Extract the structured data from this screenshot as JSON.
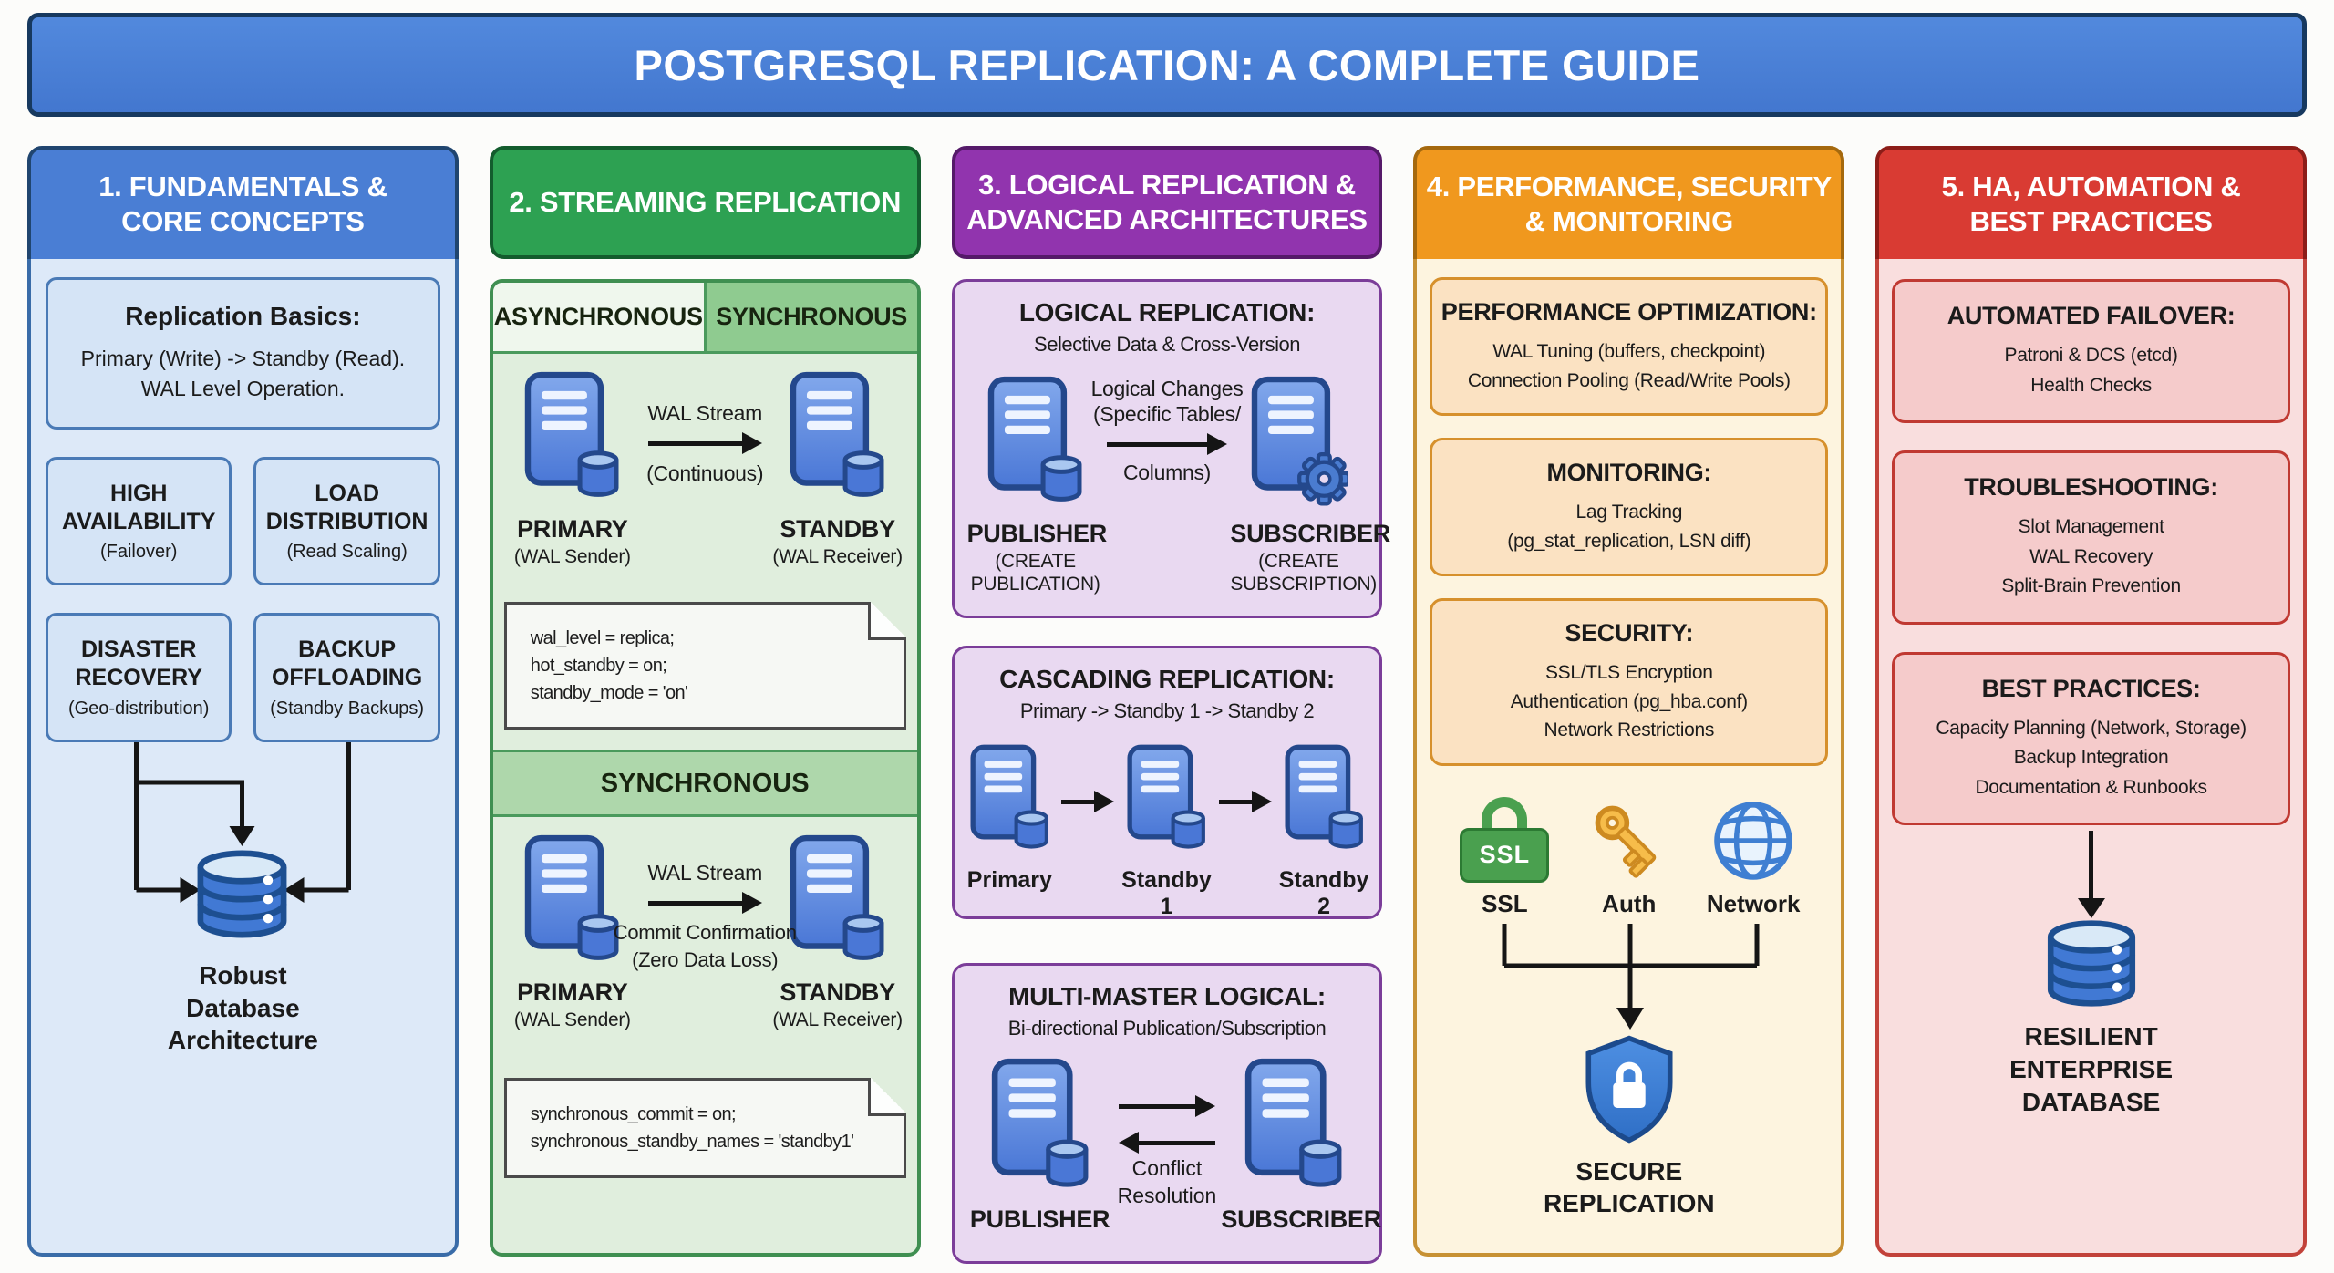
{
  "title": "POSTGRESQL REPLICATION: A COMPLETE GUIDE",
  "colors": {
    "title_blue": "#4a7ed4",
    "section1_blue": "#4a7ed4",
    "section2_green": "#2da152",
    "section3_purple": "#9134ae",
    "section4_orange": "#f0981e",
    "section5_red": "#d93b33",
    "server_icon_blue": "#4a77d6",
    "ssl_lock_green": "#4aa04f",
    "key_orange": "#f6bc4a",
    "globe_blue": "#3f7fd2",
    "shield_blue": "#3b82d8"
  },
  "col1": {
    "header1": "1. FUNDAMENTALS &",
    "header2": "CORE CONCEPTS",
    "basics": {
      "title": "Replication Basics:",
      "line1": "Primary (Write) -> Standby (Read).",
      "line2": "WAL Level Operation."
    },
    "cards": [
      {
        "title": "HIGH AVAILABILITY",
        "sub": "(Failover)"
      },
      {
        "title": "LOAD DISTRIBUTION",
        "sub": "(Read Scaling)"
      },
      {
        "title": "DISASTER RECOVERY",
        "sub": "(Geo-distribution)"
      },
      {
        "title": "BACKUP OFFLOADING",
        "sub": "(Standby Backups)"
      }
    ],
    "db1": "Robust",
    "db2": "Database",
    "db3": "Architecture"
  },
  "col2": {
    "header1": "2. STREAMING REPLICATION",
    "tab_async": "ASYNCHRONOUS",
    "tab_sync": "SYNCHRONOUS",
    "async": {
      "arrow_top": "WAL Stream",
      "arrow_bottom": "(Continuous)",
      "primary": "PRIMARY",
      "primary_sub": "(WAL Sender)",
      "standby": "STANDBY",
      "standby_sub": "(WAL Receiver)"
    },
    "note1a": "wal_level = replica;",
    "note1b": "hot_standby = on;",
    "note1c": "standby_mode = 'on'",
    "band": "SYNCHRONOUS",
    "sync": {
      "arrow_top": "WAL Stream",
      "arrow_mid": "Commit Confirmation",
      "arrow_bottom": "(Zero Data Loss)",
      "primary": "PRIMARY",
      "primary_sub": "(WAL Sender)",
      "standby": "STANDBY",
      "standby_sub": "(WAL Receiver)"
    },
    "note2a": "synchronous_commit = on;",
    "note2b": "synchronous_standby_names = 'standby1'"
  },
  "col3": {
    "header1": "3. LOGICAL REPLICATION &",
    "header2": "ADVANCED ARCHITECTURES",
    "box1": {
      "title": "LOGICAL REPLICATION:",
      "subtitle": "Selective Data & Cross-Version",
      "arrow1": "Logical Changes",
      "arrow2": "(Specific Tables/",
      "arrow3": "Columns)",
      "left": "PUBLISHER",
      "left_sub": "(CREATE PUBLICATION)",
      "right": "SUBSCRIBER",
      "right_sub": "(CREATE SUBSCRIPTION)"
    },
    "box2": {
      "title": "CASCADING REPLICATION:",
      "subtitle": "Primary -> Standby 1 -> Standby 2",
      "node1": "Primary",
      "node2": "Standby 1",
      "node3": "Standby 2"
    },
    "box3": {
      "title": "MULTI-MASTER LOGICAL:",
      "subtitle": "Bi-directional Publication/Subscription",
      "arrow_label": "Conflict Resolution",
      "left": "PUBLISHER",
      "right": "SUBSCRIBER"
    }
  },
  "col4": {
    "header1": "4. PERFORMANCE, SECURITY",
    "header2": "& MONITORING",
    "box1": {
      "title": "PERFORMANCE OPTIMIZATION:",
      "line1": "WAL Tuning (buffers, checkpoint)",
      "line2": "Connection Pooling (Read/Write Pools)"
    },
    "box2": {
      "title": "MONITORING:",
      "line1": "Lag Tracking",
      "line2": "(pg_stat_replication, LSN diff)"
    },
    "box3": {
      "title": "SECURITY:",
      "line1": "SSL/TLS Encryption",
      "line2": "Authentication (pg_hba.conf)",
      "line3": "Network Restrictions"
    },
    "ssl_badge": "SSL",
    "icon1": "SSL",
    "icon2": "Auth",
    "icon3": "Network",
    "shield1": "SECURE",
    "shield2": "REPLICATION"
  },
  "col5": {
    "header1": "5. HA, AUTOMATION &",
    "header2": "BEST PRACTICES",
    "box1": {
      "title": "AUTOMATED FAILOVER:",
      "line1": "Patroni & DCS (etcd)",
      "line2": "Health Checks"
    },
    "box2": {
      "title": "TROUBLESHOOTING:",
      "line1": "Slot Management",
      "line2": "WAL Recovery",
      "line3": "Split-Brain Prevention"
    },
    "box3": {
      "title": "BEST PRACTICES:",
      "line1": "Capacity Planning (Network, Storage)",
      "line2": "Backup Integration",
      "line3": "Documentation & Runbooks"
    },
    "db1": "RESILIENT",
    "db2": "ENTERPRISE",
    "db3": "DATABASE"
  }
}
